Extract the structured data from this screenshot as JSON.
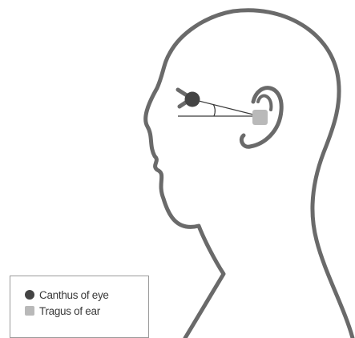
{
  "colors": {
    "outline": "#6a6a6a",
    "canthus_marker": "#444444",
    "tragus_marker": "#b9b9b9",
    "lines": "#3a3a3a"
  },
  "legend": {
    "items": [
      {
        "label": "Canthus of eye",
        "marker": "dark-circle"
      },
      {
        "label": "Tragus of ear",
        "marker": "light-gray-square"
      }
    ]
  }
}
